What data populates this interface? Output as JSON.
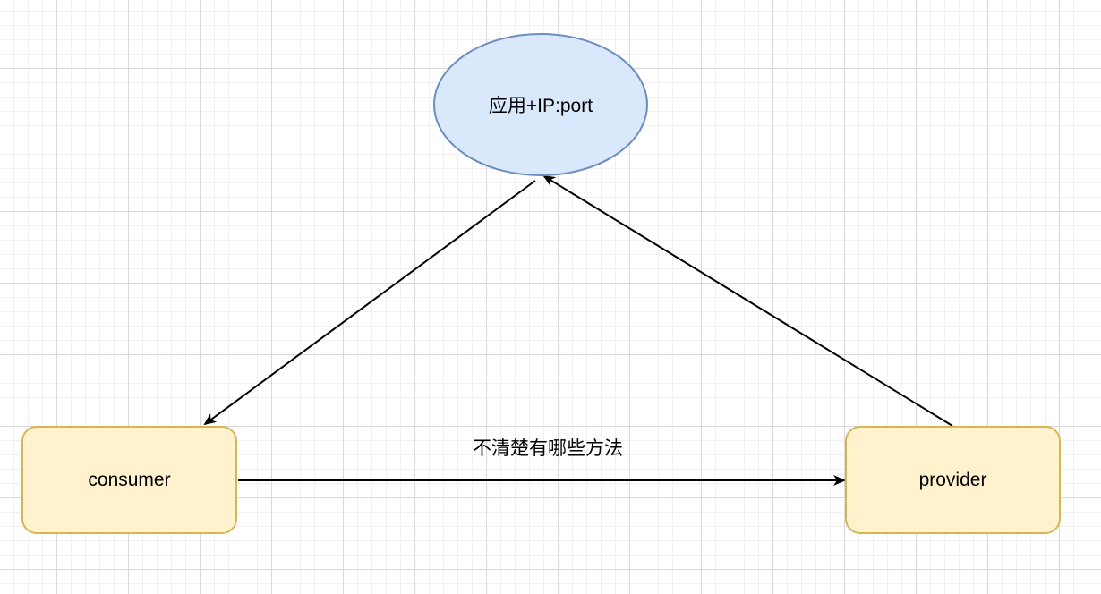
{
  "diagram": {
    "nodes": {
      "registry": {
        "label": "应用+IP:port",
        "shape": "ellipse",
        "fill": "#dae8fc",
        "stroke": "#6c8ebf"
      },
      "consumer": {
        "label": "consumer",
        "shape": "rounded-rect",
        "fill": "#fff2cc",
        "stroke": "#d6b656"
      },
      "provider": {
        "label": "provider",
        "shape": "rounded-rect",
        "fill": "#fff2cc",
        "stroke": "#d6b656"
      }
    },
    "edges": [
      {
        "from": "registry",
        "to": "consumer",
        "label": ""
      },
      {
        "from": "provider",
        "to": "registry",
        "label": ""
      },
      {
        "from": "consumer",
        "to": "provider",
        "label": "不清楚有哪些方法"
      }
    ]
  }
}
